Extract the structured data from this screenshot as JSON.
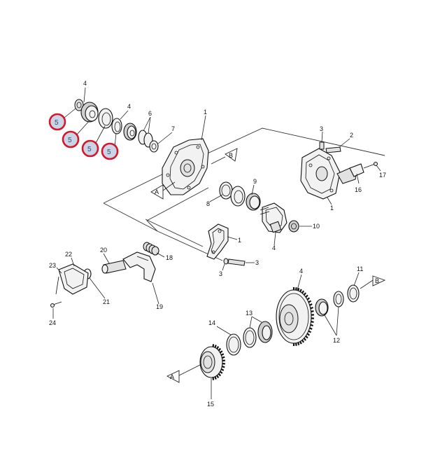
{
  "labels": {
    "n1a": "1",
    "n1b": "1",
    "n1c": "1",
    "n2": "2",
    "n3a": "3",
    "n3b": "3",
    "n3c": "3",
    "n4a": "4",
    "n4b": "4",
    "n4c": "4",
    "n4d": "4",
    "n6": "6",
    "n7": "7",
    "n8": "8",
    "n9": "9",
    "n10": "10",
    "n11": "11",
    "n12": "12",
    "n13": "13",
    "n14": "14",
    "n15": "15",
    "n16": "16",
    "n17": "17",
    "n18": "18",
    "n19": "19",
    "n20": "20",
    "n21": "21",
    "n22": "22",
    "n23": "23",
    "n24": "24"
  },
  "refs": {
    "a_upper": "A",
    "b_upper": "B",
    "b_right": "B",
    "a_lower": "A"
  },
  "callouts": {
    "c1": "5",
    "c2": "5",
    "c3": "5",
    "c4": "5"
  },
  "colors": {
    "callout_ring": "#d6162a",
    "callout_fill": "#c9d4e6"
  }
}
